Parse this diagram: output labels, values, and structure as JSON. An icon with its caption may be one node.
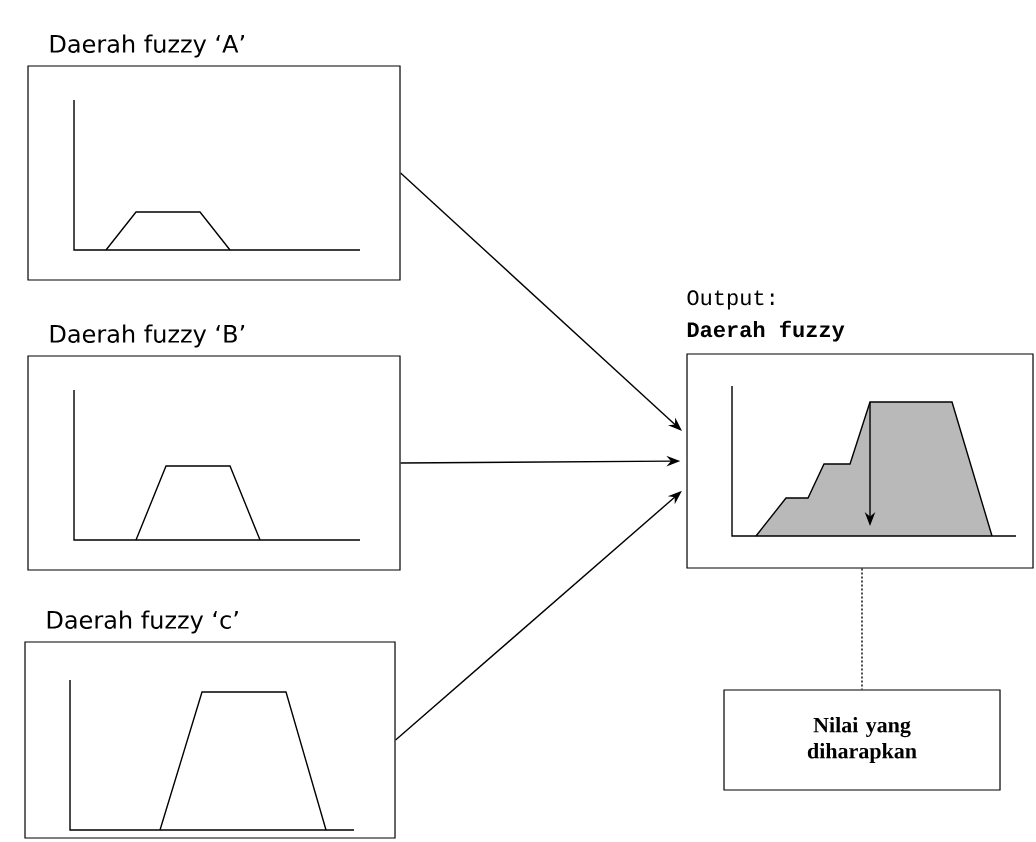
{
  "diagram": {
    "nodes": [
      {
        "text": [
          "Daerah fuzzy ‘A’"
        ]
      },
      {
        "text": [
          "Daerah fuzzy  ‘B’"
        ]
      },
      {
        "text": [
          "Daerah fuzzy  ‘c’"
        ]
      },
      {
        "text": [
          "Output:",
          "Daerah fuzzy"
        ]
      },
      {
        "text": [
          "Nilai yang diharapkan"
        ]
      }
    ],
    "edges": [
      {
        "from": 0,
        "to": 3,
        "arrow": "to"
      },
      {
        "from": 1,
        "to": 3,
        "arrow": "to"
      },
      {
        "from": 2,
        "to": 3,
        "arrow": "to"
      },
      {
        "from": 3,
        "to": 4,
        "arrow": "none",
        "style": "dashed"
      }
    ]
  }
}
